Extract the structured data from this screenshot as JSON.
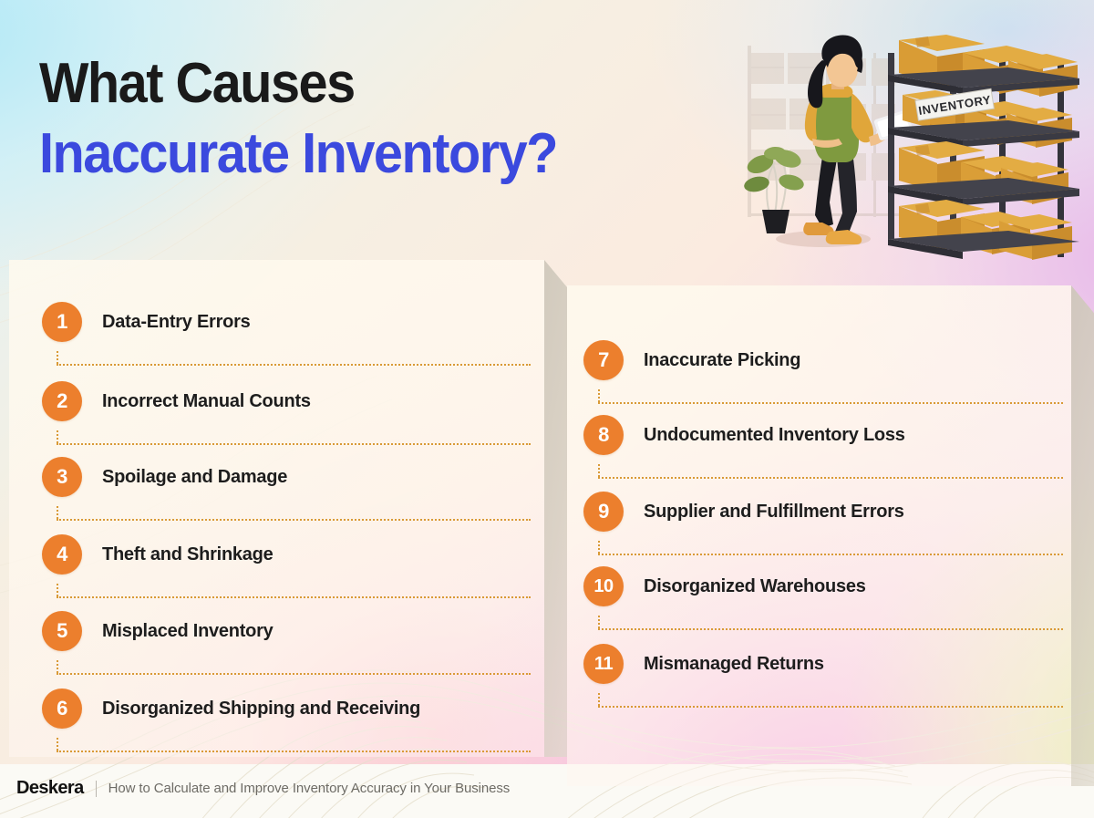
{
  "header": {
    "title_line1": "What Causes",
    "title_line2": "Inaccurate Inventory?",
    "accent_color": "#3B49DE",
    "title_color": "#1A1A1A"
  },
  "illustration": {
    "name": "warehouse-worker-inventory-illustration",
    "sign_label": "INVENTORY",
    "box_color": "#E8A33C",
    "shelf_color": "#3A3A40"
  },
  "cards": {
    "left": {
      "items": [
        {
          "number": "1",
          "label": "Data-Entry Errors"
        },
        {
          "number": "2",
          "label": "Incorrect Manual Counts"
        },
        {
          "number": "3",
          "label": "Spoilage and Damage"
        },
        {
          "number": "4",
          "label": "Theft and Shrinkage"
        },
        {
          "number": "5",
          "label": "Misplaced Inventory"
        },
        {
          "number": "6",
          "label": "Disorganized Shipping and Receiving"
        }
      ]
    },
    "right": {
      "items": [
        {
          "number": "7",
          "label": "Inaccurate Picking"
        },
        {
          "number": "8",
          "label": "Undocumented Inventory Loss"
        },
        {
          "number": "9",
          "label": "Supplier and Fulfillment Errors"
        },
        {
          "number": "10",
          "label": "Disorganized Warehouses"
        },
        {
          "number": "11",
          "label": "Mismanaged Returns"
        }
      ]
    },
    "badge_color": "#EC7F2D",
    "badge_text_color": "#FFFFFF",
    "separator_color": "#D99A36"
  },
  "footer": {
    "brand": "Deskera",
    "tagline": "How to Calculate and Improve Inventory Accuracy in Your Business"
  }
}
